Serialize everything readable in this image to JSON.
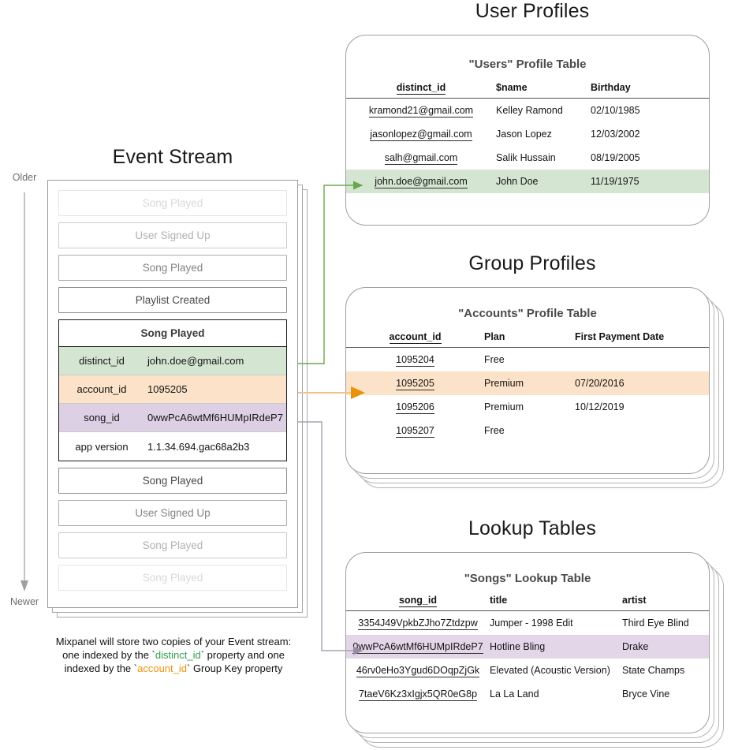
{
  "sections": {
    "event_stream_title": "Event Stream",
    "user_profiles_title": "User Profiles",
    "group_profiles_title": "Group Profiles",
    "lookup_tables_title": "Lookup Tables"
  },
  "time_axis": {
    "older": "Older",
    "newer": "Newer"
  },
  "event_stream": {
    "rows_before": [
      {
        "label": "Song Played",
        "fade": "ev-fade-1"
      },
      {
        "label": "User Signed Up",
        "fade": "ev-fade-2"
      },
      {
        "label": "Song Played",
        "fade": "ev-fade-3"
      },
      {
        "label": "Playlist Created",
        "fade": "ev-solid"
      }
    ],
    "rows_after": [
      {
        "label": "Song Played",
        "fade": "ev-solid"
      },
      {
        "label": "User Signed Up",
        "fade": "ev-fade-3"
      },
      {
        "label": "Song Played",
        "fade": "ev-fade-2"
      },
      {
        "label": "Song Played",
        "fade": "ev-fade-1"
      }
    ],
    "card": {
      "title": "Song Played",
      "properties": [
        {
          "key": "distinct_id",
          "value": "john.doe@gmail.com",
          "bg": "bg-green"
        },
        {
          "key": "account_id",
          "value": "1095205",
          "bg": "bg-orange"
        },
        {
          "key": "song_id",
          "value": "0wwPcA6wtMf6HUMpIRdeP7",
          "bg": "bg-purple"
        },
        {
          "key": "app version",
          "value": "1.1.34.694.gac68a2b3",
          "bg": ""
        }
      ]
    }
  },
  "users_table": {
    "title": "\"Users\" Profile Table",
    "columns": [
      "distinct_id",
      "$name",
      "Birthday"
    ],
    "rows": [
      {
        "cells": [
          "kramond21@gmail.com",
          "Kelley Ramond",
          "02/10/1985"
        ],
        "hl": ""
      },
      {
        "cells": [
          "jasonlopez@gmail.com",
          "Jason Lopez",
          "12/03/2002"
        ],
        "hl": ""
      },
      {
        "cells": [
          "salh@gmail.com",
          "Salik Hussain",
          "08/19/2005"
        ],
        "hl": ""
      },
      {
        "cells": [
          "john.doe@gmail.com",
          "John Doe",
          "11/19/1975"
        ],
        "hl": "hl-green"
      }
    ]
  },
  "accounts_table": {
    "title": "\"Accounts\" Profile Table",
    "columns": [
      "account_id",
      "Plan",
      "First Payment Date"
    ],
    "rows": [
      {
        "cells": [
          "1095204",
          "Free",
          ""
        ],
        "hl": ""
      },
      {
        "cells": [
          "1095205",
          "Premium",
          "07/20/2016"
        ],
        "hl": "hl-orange"
      },
      {
        "cells": [
          "1095206",
          "Premium",
          "10/12/2019"
        ],
        "hl": ""
      },
      {
        "cells": [
          "1095207",
          "Free",
          ""
        ],
        "hl": ""
      }
    ]
  },
  "songs_table": {
    "title": "\"Songs\" Lookup Table",
    "columns": [
      "song_id",
      "title",
      "artist"
    ],
    "rows": [
      {
        "cells": [
          "3354J49VpkbZJho7Ztdzpw",
          "Jumper - 1998 Edit",
          "Third Eye Blind"
        ],
        "hl": ""
      },
      {
        "cells": [
          "0wwPcA6wtMf6HUMpIRdeP7",
          "Hotline Bling",
          "Drake"
        ],
        "hl": "hl-purple"
      },
      {
        "cells": [
          "46rv0eHo3Ygud6DOqpZjGk",
          "Elevated (Acoustic Version)",
          "State Champs"
        ],
        "hl": ""
      },
      {
        "cells": [
          "7taeV6Kz3xIgjx5QR0eG8p",
          "La La Land",
          "Bryce Vine"
        ],
        "hl": ""
      }
    ]
  },
  "caption": {
    "line1": "Mixpanel will store two copies of your Event stream:",
    "line2_a": "one indexed by the `",
    "line2_key": "distinct_id",
    "line2_b": "` property and one",
    "line3_a": "indexed by the `",
    "line3_key": "account_id",
    "line3_b": "` Group Key property"
  },
  "colors": {
    "green": "#6aa84f",
    "orange": "#e69138",
    "purple": "#9e8aa8",
    "green_fill": "#d4e6d2",
    "orange_fill": "#fbe2c8",
    "purple_fill": "#ddd0e4",
    "caption_green": "#2f9c4a",
    "caption_orange": "#f2930d"
  }
}
